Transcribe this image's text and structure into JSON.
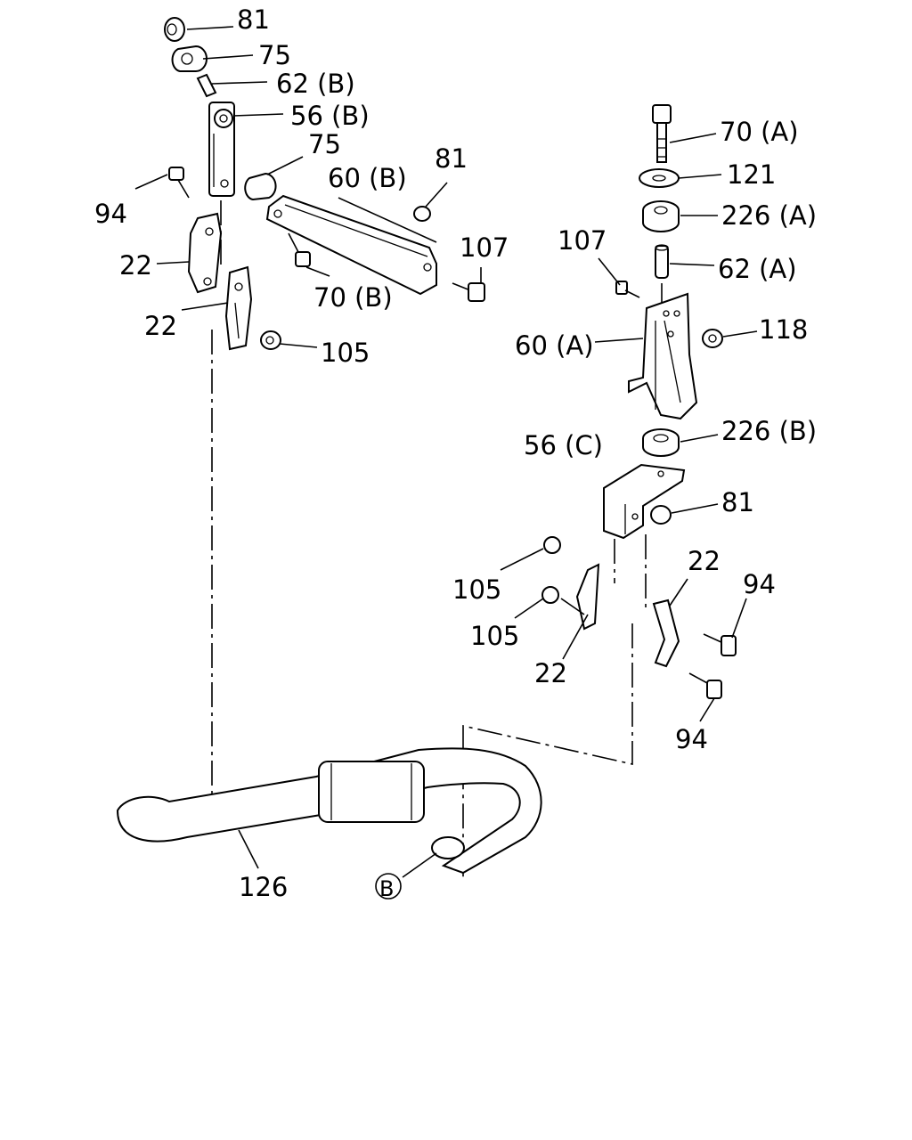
{
  "labels": {
    "l81_top": "81",
    "l75_top": "75",
    "l62b": "62 (B)",
    "l56b": "56 (B)",
    "l75_mid": "75",
    "l60b": "60 (B)",
    "l81_mid": "81",
    "l94_left": "94",
    "l22_a": "22",
    "l22_b": "22",
    "l70b": "70 (B)",
    "l107_mid": "107",
    "l105_left": "105",
    "l70a": "70 (A)",
    "l121": "121",
    "l226a": "226 (A)",
    "l107_right": "107",
    "l62a": "62 (A)",
    "l60a": "60 (A)",
    "l118": "118",
    "l226b": "226 (B)",
    "l56c": "56 (C)",
    "l81_right": "81",
    "l105_r1": "105",
    "l22_r1": "22",
    "l94_r1": "94",
    "l105_r2": "105",
    "l22_r2": "22",
    "l94_r2": "94",
    "l126": "126",
    "lB": "B"
  }
}
